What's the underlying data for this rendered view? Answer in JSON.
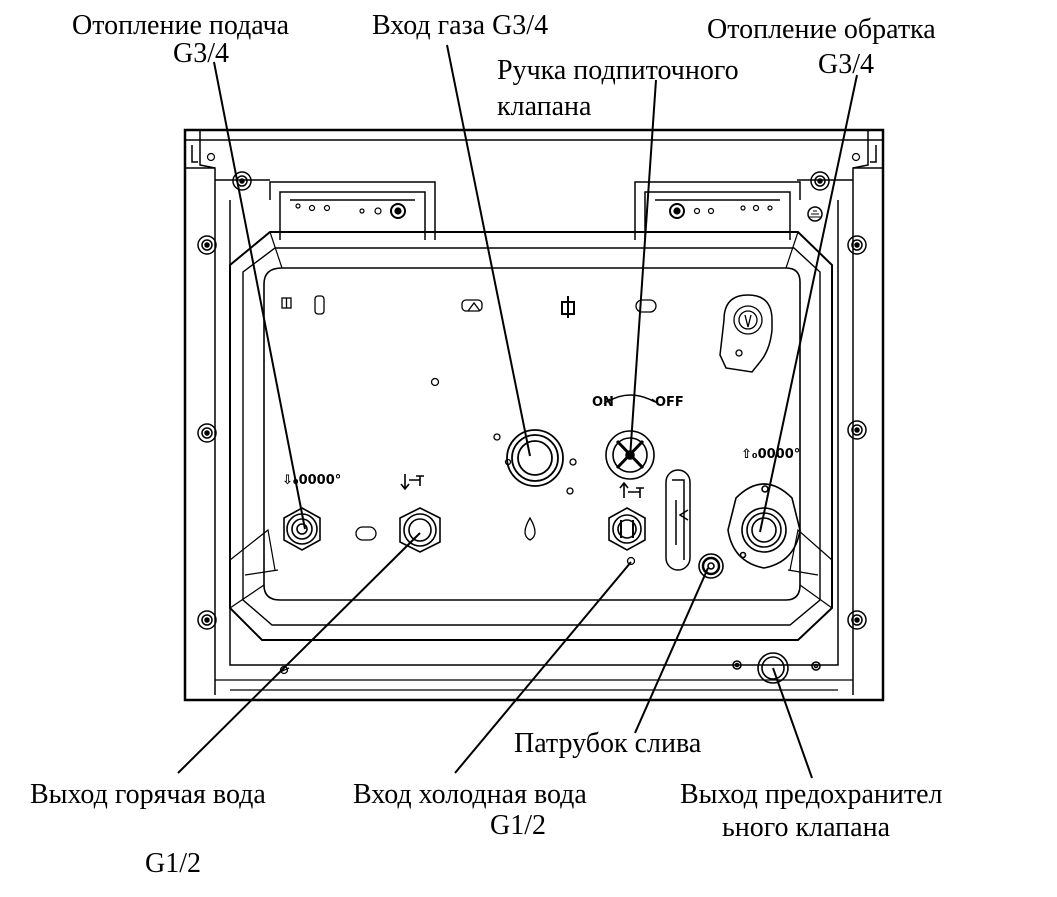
{
  "diagram": {
    "callouts": {
      "heat_supply": {
        "line1": "Отопление подача",
        "line2": "G3/4"
      },
      "gas_inlet": {
        "line1": "Вход газа G3/4"
      },
      "fill_valve": {
        "line1": "Ручка подпиточного",
        "line2": "клапана"
      },
      "heat_return": {
        "line1": "Отопление обратка",
        "line2": "G3/4"
      },
      "drain": {
        "line1": "Патрубок слива"
      },
      "hot_water": {
        "line1": "Выход горячая вода",
        "line2": "G1/2"
      },
      "cold_water": {
        "line1": "Вход холодная вода",
        "line2": "G1/2"
      },
      "safety_valve": {
        "line1": "Выход предохранител",
        "line2": "ьного клапана"
      }
    },
    "symbols": {
      "valve_on": "ON",
      "valve_off": "OFF",
      "heat_supply_mark": "⇩₀0000°",
      "heat_return_mark": "⇧₀0000°"
    }
  }
}
